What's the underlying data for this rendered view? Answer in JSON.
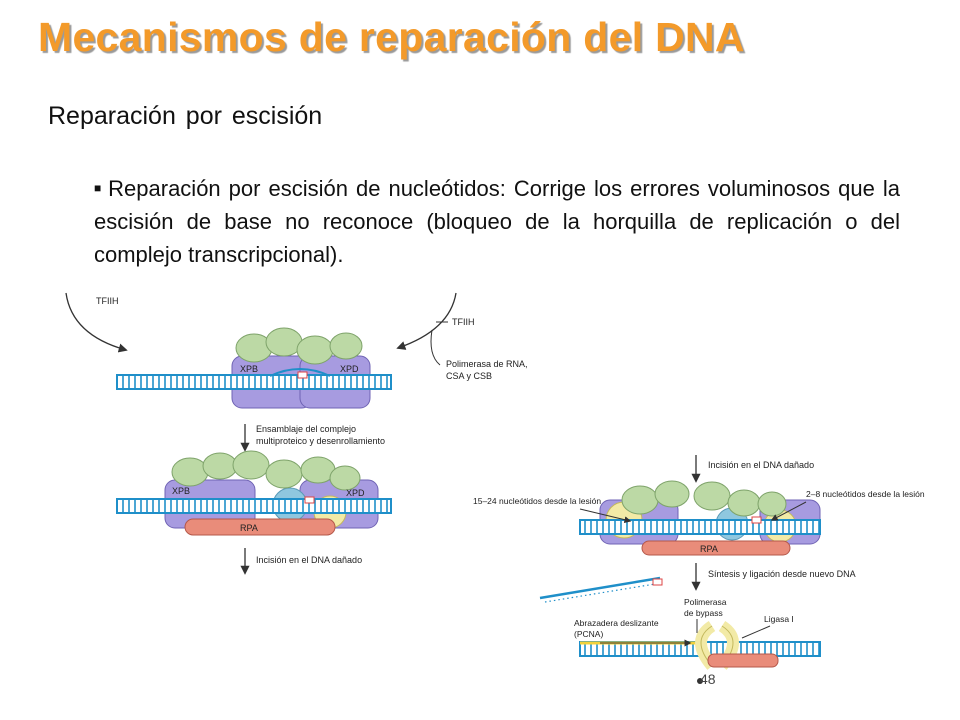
{
  "slide": {
    "title": "Mecanismos de reparación del DNA",
    "subtitle": "Reparación por escisión",
    "bullet": "Reparación por escisión de nucleótidos: Corrige los errores voluminosos que la escisión de base no reconoce (bloqueo de la horquilla de replicación o del complejo transcripcional).",
    "page_number": "48"
  },
  "figure": {
    "labels": {
      "tfiih_left": "TFIIH",
      "tfiih_right": "TFIIH",
      "polimerasa_line1": "Polimerasa de RNA,",
      "polimerasa_line2": "CSA y CSB",
      "xpb_1": "XPB",
      "xpd_1": "XPD",
      "ensamblaje_line1": "Ensamblaje del complejo",
      "ensamblaje_line2": "multiproteico y desenrollamiento",
      "xpb_2": "XPB",
      "xpd_2": "XPD",
      "rpa_1": "RPA",
      "incision_left": "Incisión en el DNA dañado",
      "incision_right": "Incisión en el DNA dañado",
      "nt_left": "15–24 nucleótidos desde la lesión",
      "nt_right": "2–8 nucleótidos desde la lesión",
      "rpa_2": "RPA",
      "sintesis": "Síntesis y ligación desde nuevo DNA",
      "abrazadera_line1": "Abrazadera deslizante",
      "abrazadera_line2": "(PCNA)",
      "bypass_line1": "Polimerasa",
      "bypass_line2": "de bypass",
      "ligasa": "Ligasa I"
    },
    "colors": {
      "dna": "#1f8fc9",
      "protein_green": "#bcd9a5",
      "protein_purple": "#a79be0",
      "rpa": "#e98c7a",
      "title": "#f39a2a"
    }
  }
}
